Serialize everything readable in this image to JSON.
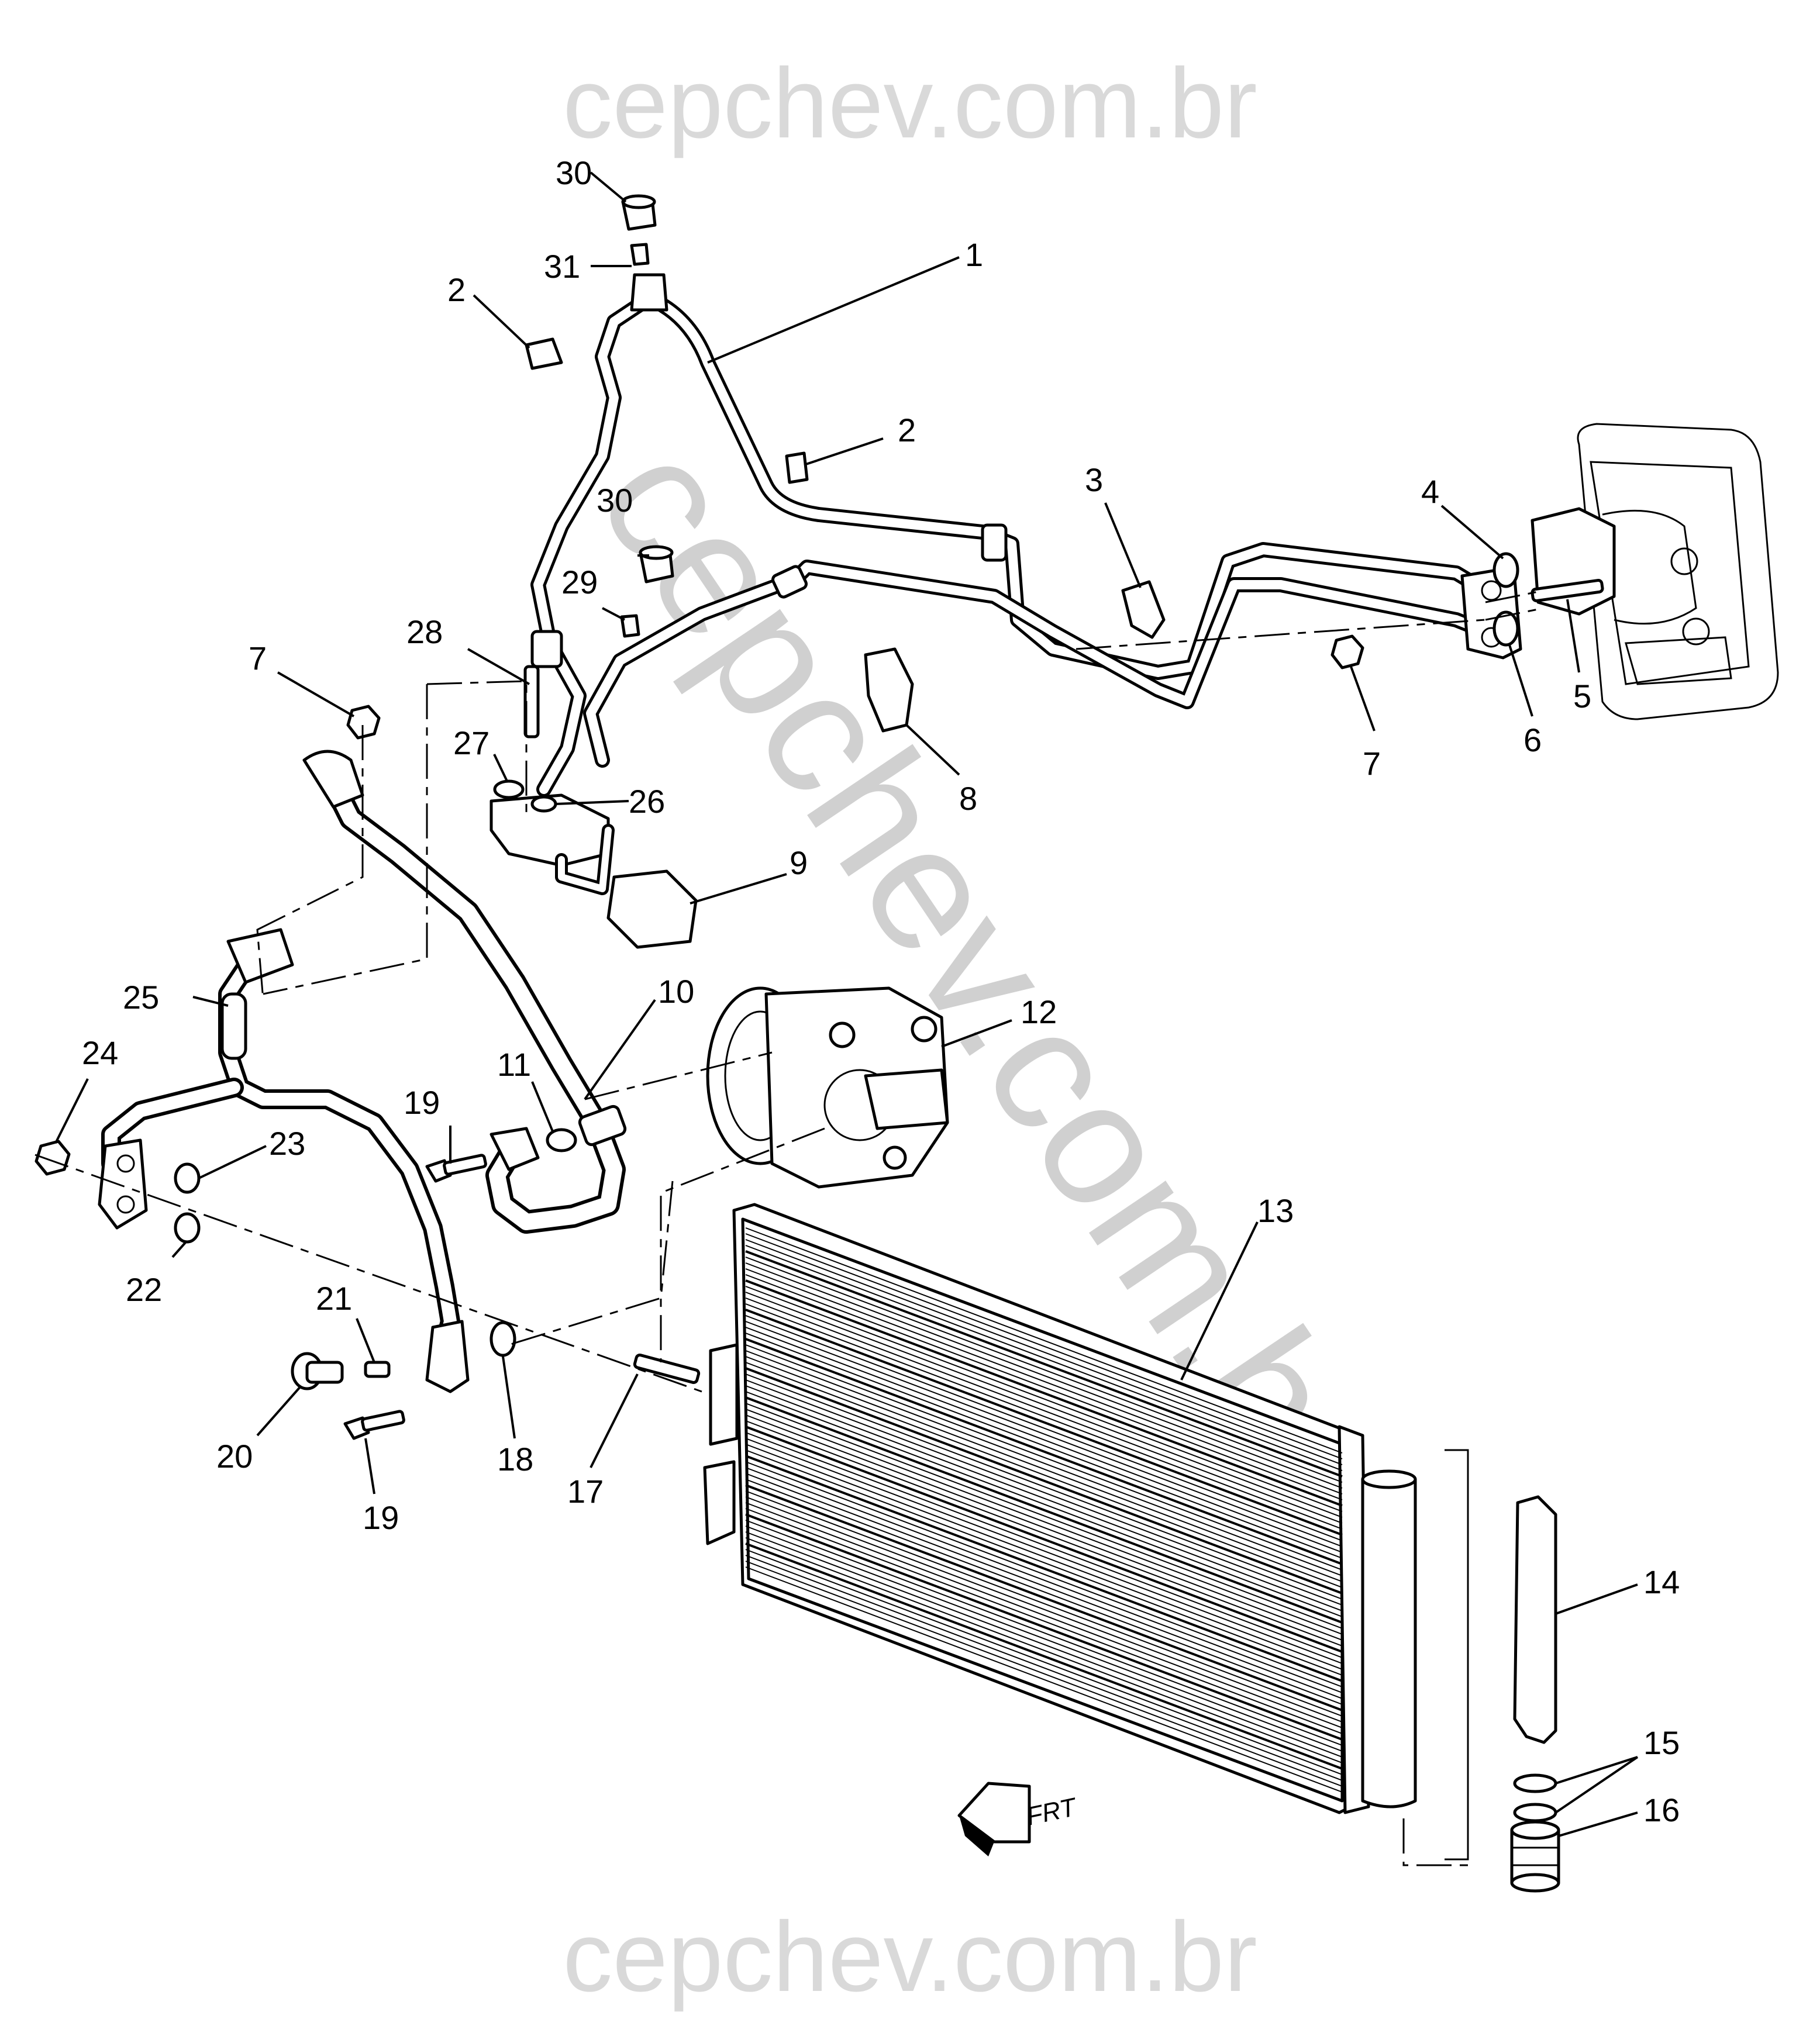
{
  "watermark": "cepchev.com.br",
  "front_indicator": "FRT",
  "callouts": [
    {
      "id": "c1",
      "label": "1"
    },
    {
      "id": "c2a",
      "label": "2"
    },
    {
      "id": "c2b",
      "label": "2"
    },
    {
      "id": "c3",
      "label": "3"
    },
    {
      "id": "c4",
      "label": "4"
    },
    {
      "id": "c5",
      "label": "5"
    },
    {
      "id": "c6",
      "label": "6"
    },
    {
      "id": "c7a",
      "label": "7"
    },
    {
      "id": "c7b",
      "label": "7"
    },
    {
      "id": "c8",
      "label": "8"
    },
    {
      "id": "c9",
      "label": "9"
    },
    {
      "id": "c10",
      "label": "10"
    },
    {
      "id": "c11",
      "label": "11"
    },
    {
      "id": "c12",
      "label": "12"
    },
    {
      "id": "c13",
      "label": "13"
    },
    {
      "id": "c14",
      "label": "14"
    },
    {
      "id": "c15",
      "label": "15"
    },
    {
      "id": "c16",
      "label": "16"
    },
    {
      "id": "c17",
      "label": "17"
    },
    {
      "id": "c18",
      "label": "18"
    },
    {
      "id": "c19a",
      "label": "19"
    },
    {
      "id": "c19b",
      "label": "19"
    },
    {
      "id": "c20",
      "label": "20"
    },
    {
      "id": "c21",
      "label": "21"
    },
    {
      "id": "c22",
      "label": "22"
    },
    {
      "id": "c23",
      "label": "23"
    },
    {
      "id": "c24",
      "label": "24"
    },
    {
      "id": "c25",
      "label": "25"
    },
    {
      "id": "c26",
      "label": "26"
    },
    {
      "id": "c27",
      "label": "27"
    },
    {
      "id": "c28",
      "label": "28"
    },
    {
      "id": "c29",
      "label": "29"
    },
    {
      "id": "c30a",
      "label": "30"
    },
    {
      "id": "c30b",
      "label": "30"
    },
    {
      "id": "c31",
      "label": "31"
    }
  ]
}
